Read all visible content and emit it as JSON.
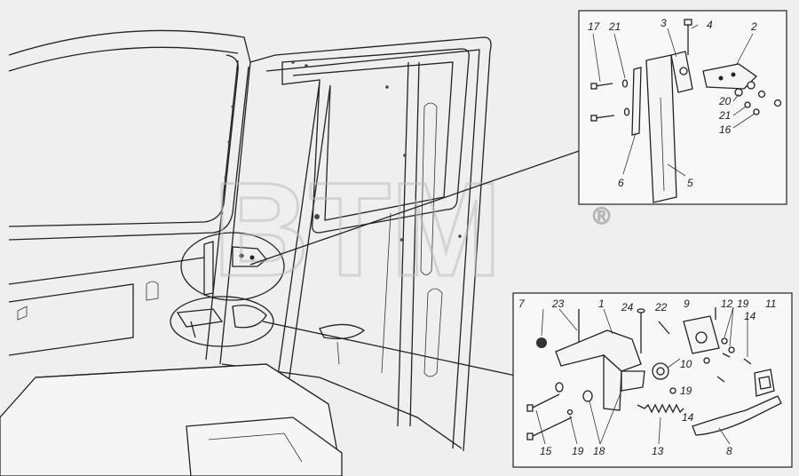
{
  "watermark": {
    "text": "BTM",
    "mark": "®"
  },
  "upper_callout": {
    "labels": [
      {
        "id": "u17",
        "text": "17"
      },
      {
        "id": "u21a",
        "text": "21"
      },
      {
        "id": "u3",
        "text": "3"
      },
      {
        "id": "u4",
        "text": "4"
      },
      {
        "id": "u2",
        "text": "2"
      },
      {
        "id": "u20",
        "text": "20"
      },
      {
        "id": "u21b",
        "text": "21"
      },
      {
        "id": "u16",
        "text": "16"
      },
      {
        "id": "u6",
        "text": "6"
      },
      {
        "id": "u5",
        "text": "5"
      }
    ]
  },
  "lower_callout": {
    "labels": [
      {
        "id": "l7",
        "text": "7"
      },
      {
        "id": "l23",
        "text": "23"
      },
      {
        "id": "l1",
        "text": "1"
      },
      {
        "id": "l24",
        "text": "24"
      },
      {
        "id": "l22",
        "text": "22"
      },
      {
        "id": "l9",
        "text": "9"
      },
      {
        "id": "l12",
        "text": "12"
      },
      {
        "id": "l19a",
        "text": "19"
      },
      {
        "id": "l11",
        "text": "11"
      },
      {
        "id": "l14a",
        "text": "14"
      },
      {
        "id": "l10",
        "text": "10"
      },
      {
        "id": "l19b",
        "text": "19"
      },
      {
        "id": "l14b",
        "text": "14"
      },
      {
        "id": "l15",
        "text": "15"
      },
      {
        "id": "l19c",
        "text": "19"
      },
      {
        "id": "l18",
        "text": "18"
      },
      {
        "id": "l13",
        "text": "13"
      },
      {
        "id": "l8",
        "text": "8"
      }
    ]
  }
}
